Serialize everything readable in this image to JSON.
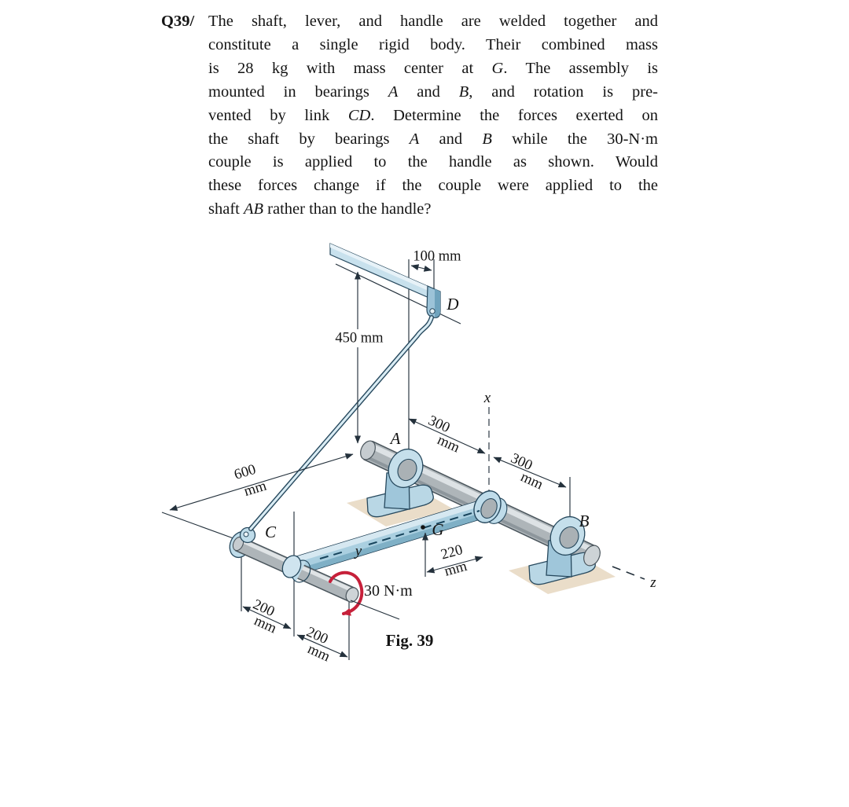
{
  "problem": {
    "number": "Q39/",
    "lines": [
      [
        {
          "t": "The shaft, lever, and handle are welded together and"
        }
      ],
      [
        {
          "t": "constitute a single rigid body. Their combined mass"
        }
      ],
      [
        {
          "t": "is 28 kg with mass center at "
        },
        {
          "t": "G",
          "i": true
        },
        {
          "t": ". The assembly is"
        }
      ],
      [
        {
          "t": "mounted in bearings "
        },
        {
          "t": "A",
          "i": true
        },
        {
          "t": " and "
        },
        {
          "t": "B",
          "i": true
        },
        {
          "t": ", and rotation is pre-"
        }
      ],
      [
        {
          "t": "vented by link "
        },
        {
          "t": "CD",
          "i": true
        },
        {
          "t": ". Determine the forces exerted on"
        }
      ],
      [
        {
          "t": "the shaft by bearings "
        },
        {
          "t": "A",
          "i": true
        },
        {
          "t": " and "
        },
        {
          "t": "B",
          "i": true
        },
        {
          "t": " while the 30-N·m"
        }
      ],
      [
        {
          "t": "couple is applied to the handle as shown. Would"
        }
      ],
      [
        {
          "t": "these forces change if the couple were applied to the"
        }
      ],
      [
        {
          "t": "shaft "
        },
        {
          "t": "AB",
          "i": true
        },
        {
          "t": " rather than to the handle?"
        }
      ]
    ]
  },
  "figure": {
    "caption": "Fig. 39",
    "moment_label": "30 N·m",
    "points": {
      "A": "A",
      "B": "B",
      "C": "C",
      "D": "D",
      "G": "G"
    },
    "axes": {
      "x": "x",
      "y": "y",
      "z": "z"
    },
    "dims": {
      "d100": {
        "label": "100 mm"
      },
      "d450": {
        "label": "450 mm"
      },
      "d300a": {
        "value": "300",
        "unit": "mm"
      },
      "d300b": {
        "value": "300",
        "unit": "mm"
      },
      "d600": {
        "value": "600",
        "unit": "mm"
      },
      "d220": {
        "value": "220",
        "unit": "mm"
      },
      "d200a": {
        "value": "200",
        "unit": "mm"
      },
      "d200b": {
        "value": "200",
        "unit": "mm"
      }
    },
    "colors": {
      "steel_blue_light": "#d6e8f1",
      "steel_blue": "#aacfe0",
      "steel_blue_dark": "#7fb0c6",
      "shaft_gray": "#aeb5b9",
      "pad_tan": "#eaddc9",
      "moment_red": "#c6203a",
      "line_dark": "#24313c"
    }
  }
}
